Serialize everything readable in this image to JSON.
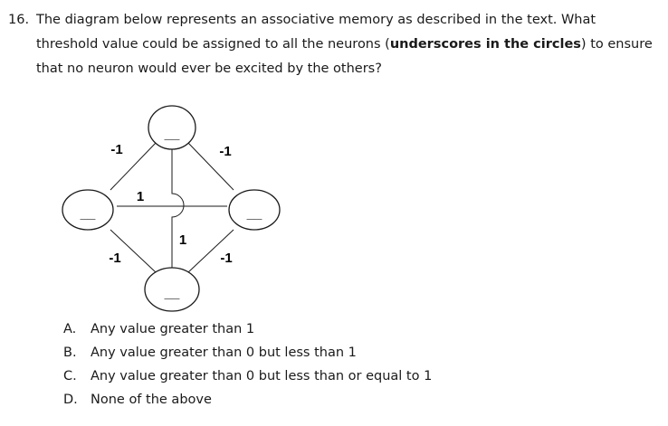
{
  "question": {
    "number": "16.",
    "line1": "The diagram below represents an associative memory as described in the text. What",
    "line2_before": "threshold value could be assigned to all the neurons (",
    "line2_bold": "underscores in the circles",
    "line2_after": ") to ensure",
    "line3": "that no neuron would ever be excited by the others?"
  },
  "diagram": {
    "nodes": [
      {
        "id": "top",
        "threshold": "__"
      },
      {
        "id": "left",
        "threshold": "__"
      },
      {
        "id": "right",
        "threshold": "__"
      },
      {
        "id": "bottom",
        "threshold": "__"
      }
    ],
    "weights": {
      "top_left": "-1",
      "top_right": "-1",
      "left_bottom": "-1",
      "right_bottom": "-1",
      "left_right": "1",
      "top_bottom": "1"
    }
  },
  "options": [
    {
      "letter": "A.",
      "text": "Any value greater than 1"
    },
    {
      "letter": "B.",
      "text": "Any value greater than 0 but less than 1"
    },
    {
      "letter": "C.",
      "text": "Any value greater than 0 but less than or equal to 1"
    },
    {
      "letter": "D.",
      "text": "None of the above"
    }
  ]
}
